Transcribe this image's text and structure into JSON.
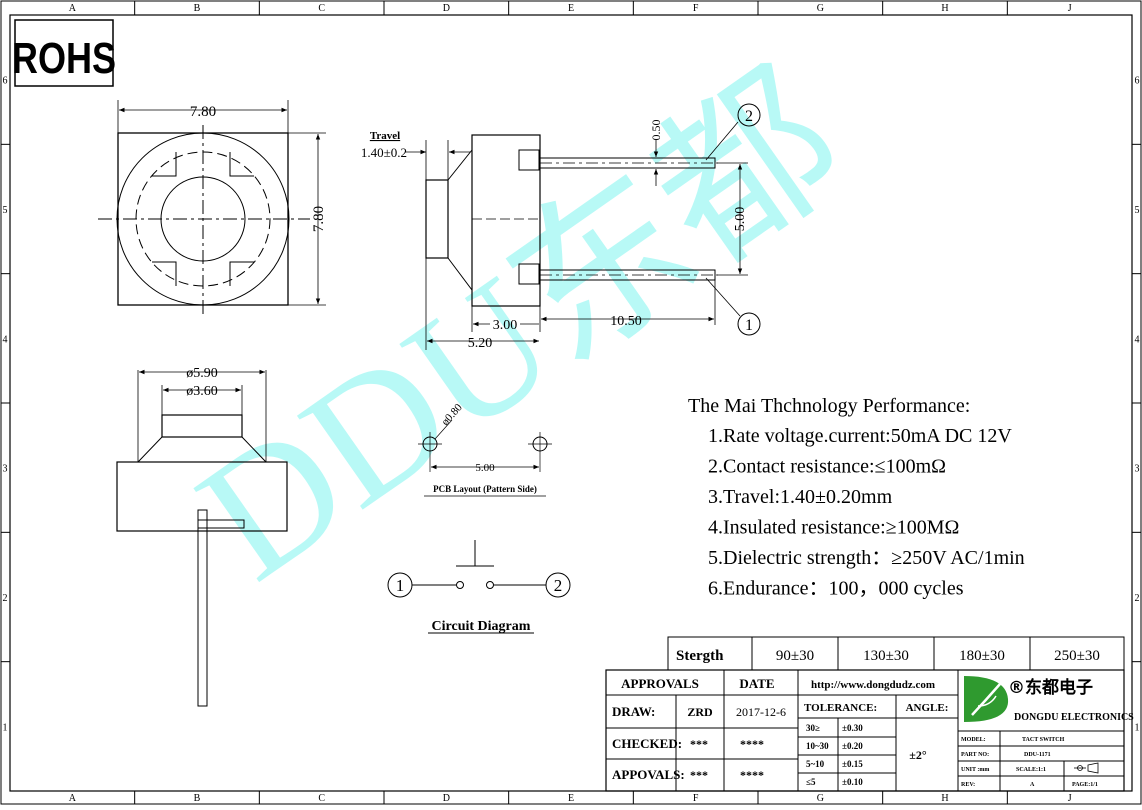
{
  "brand_colors": {
    "watermark": "#7ff5f0",
    "logo_green": "#2f9a2f",
    "ink": "#000000"
  },
  "frame": {
    "col_labels": [
      "A",
      "B",
      "C",
      "D",
      "E",
      "F",
      "G",
      "H",
      "J"
    ],
    "row_labels": [
      "6",
      "5",
      "4",
      "3",
      "2",
      "1"
    ]
  },
  "rohs_label": "ROHS",
  "watermark": "DDU东都",
  "top_view": {
    "width_dim": "7.80",
    "height_dim": "7.80"
  },
  "side_view": {
    "travel_label": "Travel",
    "travel_dim": "1.40±0.2",
    "pin_thickness_dim": "0.50",
    "pin_pitch_dim": "5.00",
    "height_dim": "3.00",
    "pin_length_dim": "10.50",
    "total_height_dim": "5.20",
    "terminal_1": "1",
    "terminal_2": "2"
  },
  "front_view": {
    "outer_dia_dim": "ø5.90",
    "inner_dia_dim": "ø3.60"
  },
  "pcb_layout": {
    "hole_dim": "ø0.80",
    "pitch_dim": "5.00",
    "caption": "PCB Layout (Pattern Side)"
  },
  "circuit": {
    "terminal_1": "1",
    "terminal_2": "2",
    "caption": "Circuit Diagram"
  },
  "performance": {
    "heading": "The Mai Thchnology Performance:",
    "items": [
      "1.Rate voltage.current:50mA DC 12V",
      "2.Contact resistance:≤100mΩ",
      "3.Travel:1.40±0.20mm",
      "4.Insulated resistance:≥100MΩ",
      "5.Dielectric strength：≥250V AC/1min",
      "6.Endurance：100，000 cycles"
    ]
  },
  "strength_table": {
    "label": "Stergth",
    "values": [
      "90±30",
      "130±30",
      "180±30",
      "250±30"
    ]
  },
  "title_block": {
    "approvals_header": "APPROVALS",
    "date_header": "DATE",
    "draw_label": "DRAW:",
    "draw_name": "ZRD",
    "draw_date": "2017-12-6",
    "checked_label": "CHECKED:",
    "checked_name": "***",
    "checked_date": "****",
    "approvals_label": "APPOVALS:",
    "approvals_name": "***",
    "approvals_date": "****",
    "website": "http://www.dongdudz.com",
    "tolerance_label": "TOLERANCE:",
    "angle_label": "ANGLE:",
    "tolerances": [
      {
        "range": "30≥",
        "value": "±0.30"
      },
      {
        "range": "10~30",
        "value": "±0.20"
      },
      {
        "range": "5~10",
        "value": "±0.15"
      },
      {
        "range": "≤5",
        "value": "±0.10"
      }
    ],
    "angle_value": "±2°",
    "company_cn": "®东都电子",
    "company_en": "DONGDU ELECTRONICS",
    "model_label": "MODEL:",
    "model_value": "TACT SWITCH",
    "part_label": "PART NO:",
    "part_value": "DDU-1171",
    "unit_label": "UNIT :mm",
    "scale_label": "SCALE:1:1",
    "rev_label": "REV:",
    "rev_value": "A",
    "page_label": "PAGE:1/1"
  }
}
